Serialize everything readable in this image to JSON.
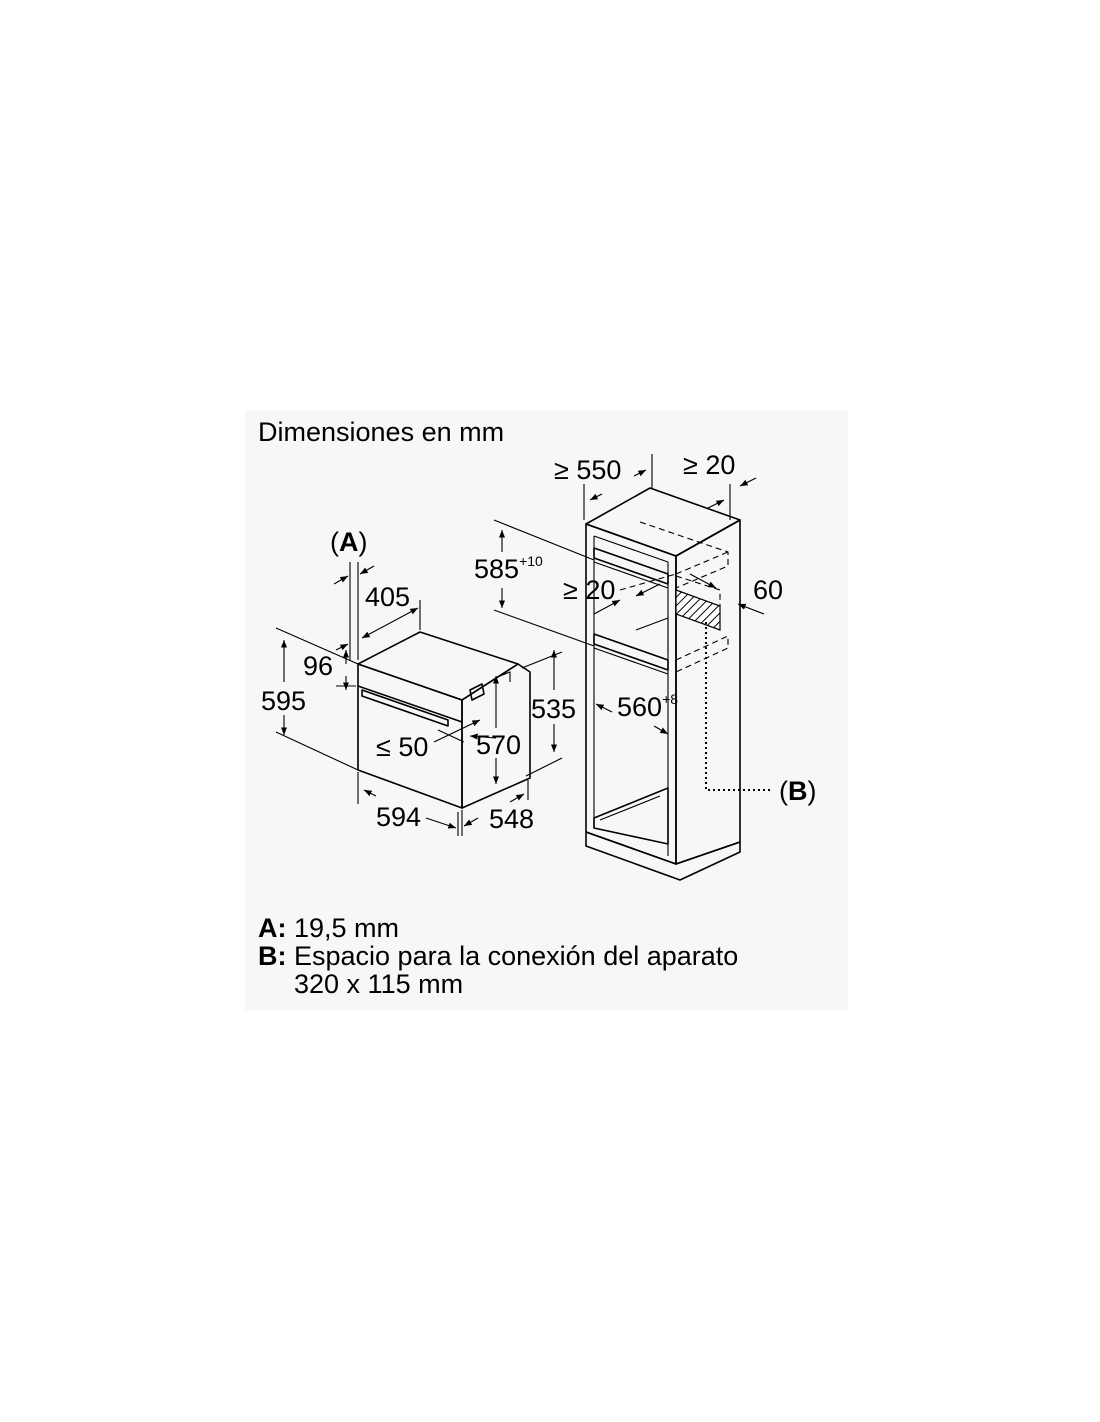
{
  "title": "Dimensiones en mm",
  "labels": {
    "a_marker_open": "(",
    "a_marker_letter": "A",
    "a_marker_close": ")",
    "b_marker_open": "(",
    "b_marker_letter": "B",
    "b_marker_close": ")"
  },
  "oven_dimensions": {
    "depth_top": "405",
    "panel_height": "96",
    "total_height": "595",
    "body_height_front": "570",
    "body_height_side": "535",
    "handle_gap": "≤ 50",
    "width": "594",
    "depth": "548"
  },
  "cabinet_dimensions": {
    "min_depth": "≥ 550",
    "min_rear_gap": "≥ 20",
    "niche_height": "585",
    "niche_height_tolerance": "+10",
    "min_top_gap": "≥ 20",
    "rear_vent": "60",
    "niche_width": "560",
    "niche_width_tolerance": "+8"
  },
  "legend": [
    {
      "key": "A:",
      "text": "19,5 mm"
    },
    {
      "key": "B:",
      "text": "Espacio para la conexión del aparato",
      "text2": "320 x 115 mm"
    }
  ]
}
